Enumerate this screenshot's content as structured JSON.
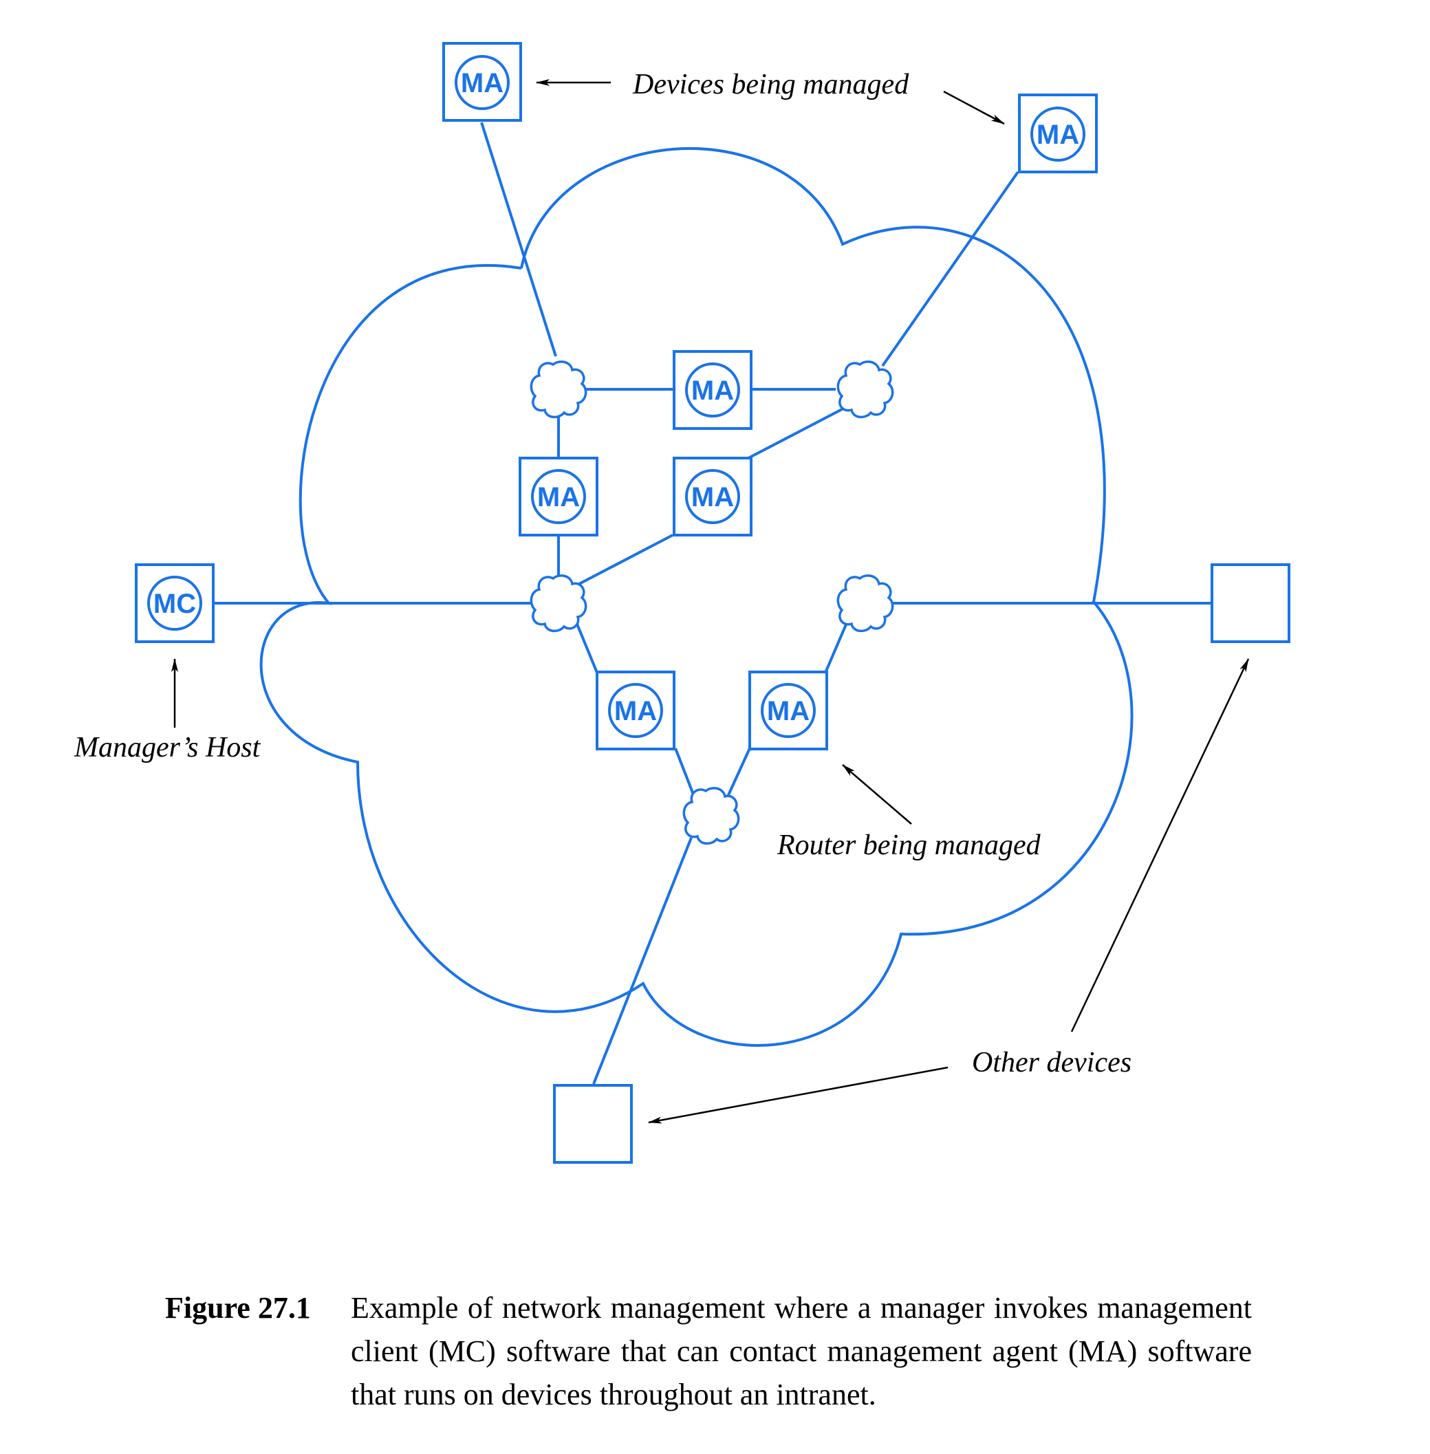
{
  "diagram": {
    "colors": {
      "network": "#1a73e8",
      "annotation": "#000000"
    },
    "agent_badge": "MA",
    "client_badge": "MC",
    "annotations": {
      "devices_managed": "Devices being managed",
      "managers_host": "Manager’s Host",
      "router_managed": "Router being managed",
      "other_devices": "Other devices"
    }
  },
  "caption": {
    "number": "Figure 27.1",
    "text": "Example of network management where a manager invokes management client (MC) software that can contact management agent (MA) software that runs on devices throughout an intranet."
  }
}
